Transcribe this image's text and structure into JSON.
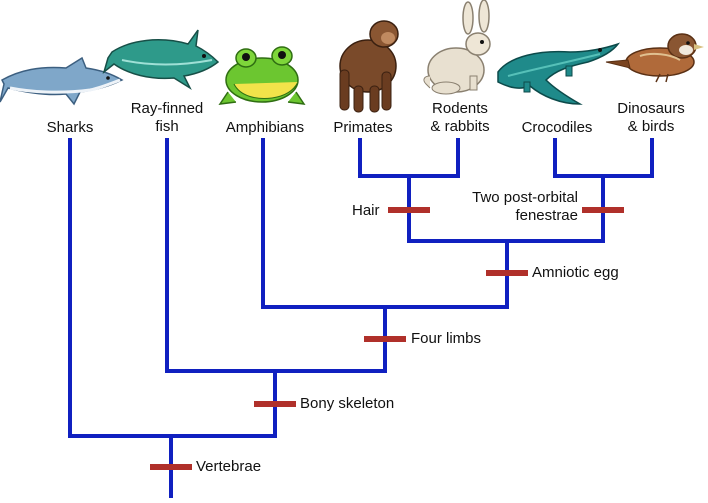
{
  "taxa": [
    {
      "id": "sharks",
      "label": "Sharks"
    },
    {
      "id": "ray-finned-fish",
      "label": "Ray-finned\nfish"
    },
    {
      "id": "amphibians",
      "label": "Amphibians"
    },
    {
      "id": "primates",
      "label": "Primates"
    },
    {
      "id": "rodents-rabbits",
      "label": "Rodents\n& rabbits"
    },
    {
      "id": "crocodiles",
      "label": "Crocodiles"
    },
    {
      "id": "dinosaurs-birds",
      "label": "Dinosaurs\n& birds"
    }
  ],
  "traits": [
    {
      "id": "vertebrae",
      "label": "Vertebrae"
    },
    {
      "id": "bony-skeleton",
      "label": "Bony skeleton"
    },
    {
      "id": "four-limbs",
      "label": "Four limbs"
    },
    {
      "id": "amniotic-egg",
      "label": "Amniotic egg"
    },
    {
      "id": "hair",
      "label": "Hair"
    },
    {
      "id": "two-post-orbital-fenestrae",
      "label": "Two post-orbital\nfenestrae"
    }
  ],
  "colors": {
    "branch": "#1020c0",
    "trait_marker": "#b0302a",
    "shark": "#7fa7c9",
    "fish": "#2e9a8a",
    "frog": "#6cc630",
    "primate": "#7a4a2a",
    "rabbit": "#e8e0d0",
    "croc": "#1f8a8a",
    "bird": "#b06a3a"
  }
}
